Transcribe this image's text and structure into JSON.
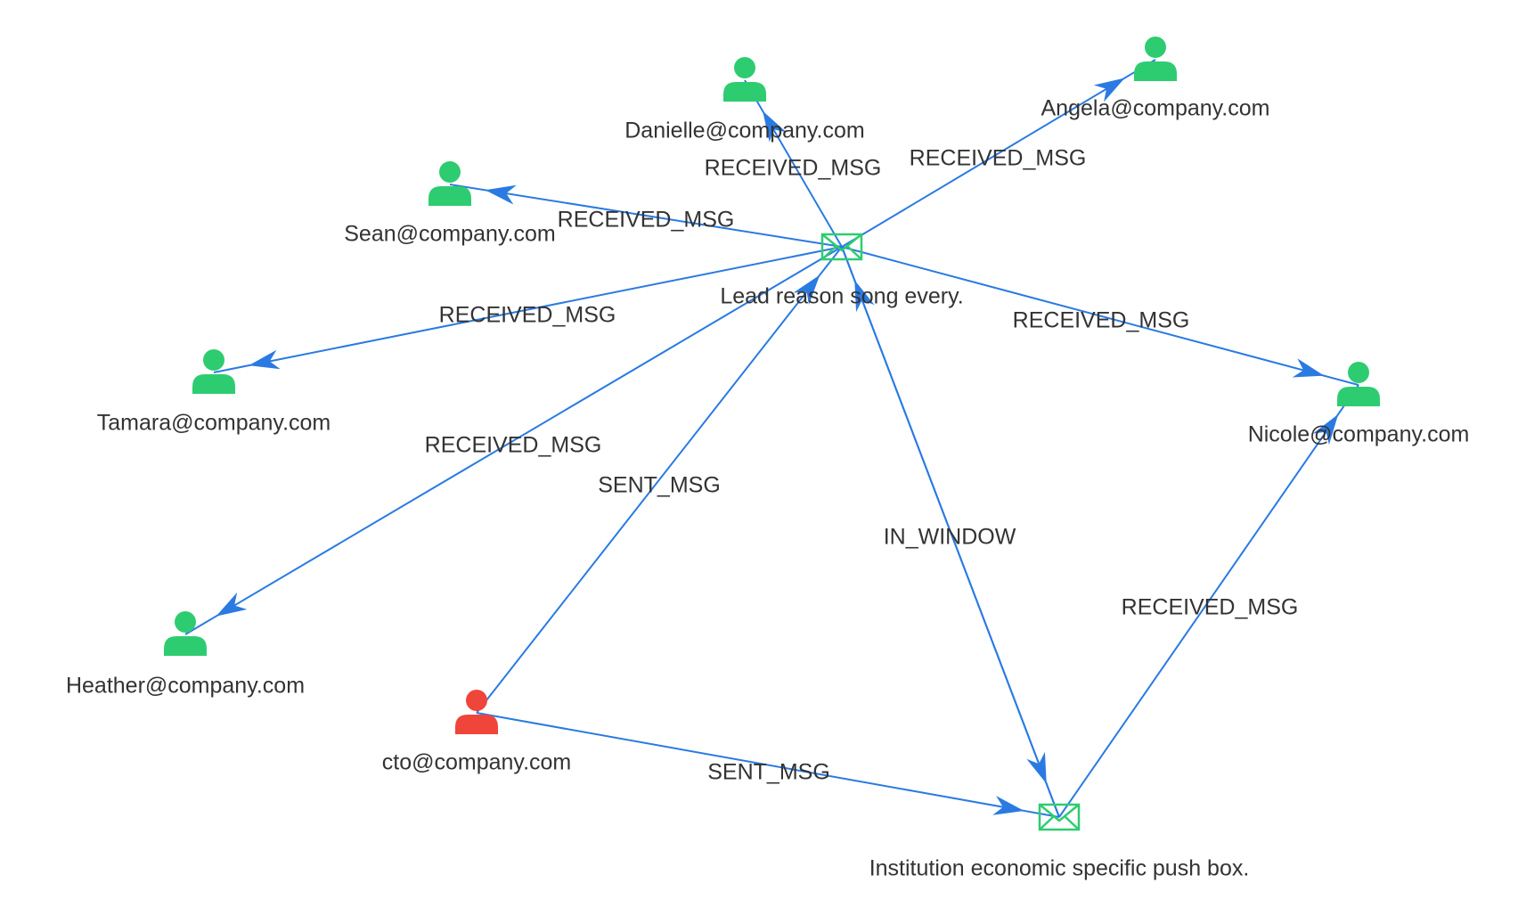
{
  "colors": {
    "edge": "#2a7ae2",
    "recipient": "#2ecc71",
    "sender": "#f0453a",
    "message": "#2ecc71",
    "label": "#333333"
  },
  "nodes": [
    {
      "id": "danielle",
      "kind": "person",
      "role": "recipient",
      "icon": "person-icon",
      "label": "Danielle@company.com"
    },
    {
      "id": "angela",
      "kind": "person",
      "role": "recipient",
      "icon": "person-icon",
      "label": "Angela@company.com"
    },
    {
      "id": "sean",
      "kind": "person",
      "role": "recipient",
      "icon": "person-icon",
      "label": "Sean@company.com"
    },
    {
      "id": "tamara",
      "kind": "person",
      "role": "recipient",
      "icon": "person-icon",
      "label": "Tamara@company.com"
    },
    {
      "id": "heather",
      "kind": "person",
      "role": "recipient",
      "icon": "person-icon",
      "label": "Heather@company.com"
    },
    {
      "id": "nicole",
      "kind": "person",
      "role": "recipient",
      "icon": "person-icon",
      "label": "Nicole@company.com"
    },
    {
      "id": "cto",
      "kind": "person",
      "role": "sender",
      "icon": "person-icon",
      "label": "cto@company.com"
    },
    {
      "id": "msg1",
      "kind": "message",
      "role": "message",
      "icon": "envelope-icon",
      "label": "Lead reason song every."
    },
    {
      "id": "msg2",
      "kind": "message",
      "role": "message",
      "icon": "envelope-icon",
      "label": "Institution economic specific push box."
    }
  ],
  "edges": [
    {
      "from": "msg1",
      "to": "danielle",
      "label": "RECEIVED_MSG"
    },
    {
      "from": "msg1",
      "to": "angela",
      "label": "RECEIVED_MSG"
    },
    {
      "from": "msg1",
      "to": "sean",
      "label": "RECEIVED_MSG"
    },
    {
      "from": "msg1",
      "to": "tamara",
      "label": "RECEIVED_MSG"
    },
    {
      "from": "msg1",
      "to": "heather",
      "label": "RECEIVED_MSG"
    },
    {
      "from": "msg1",
      "to": "nicole",
      "label": "RECEIVED_MSG"
    },
    {
      "from": "cto",
      "to": "msg1",
      "label": "SENT_MSG"
    },
    {
      "from": "cto",
      "to": "msg2",
      "label": "SENT_MSG"
    },
    {
      "from": "msg2",
      "to": "msg1",
      "label": "IN_WINDOW"
    },
    {
      "from": "msg1",
      "to": "msg2",
      "label": ""
    },
    {
      "from": "msg2",
      "to": "nicole",
      "label": "RECEIVED_MSG"
    }
  ]
}
